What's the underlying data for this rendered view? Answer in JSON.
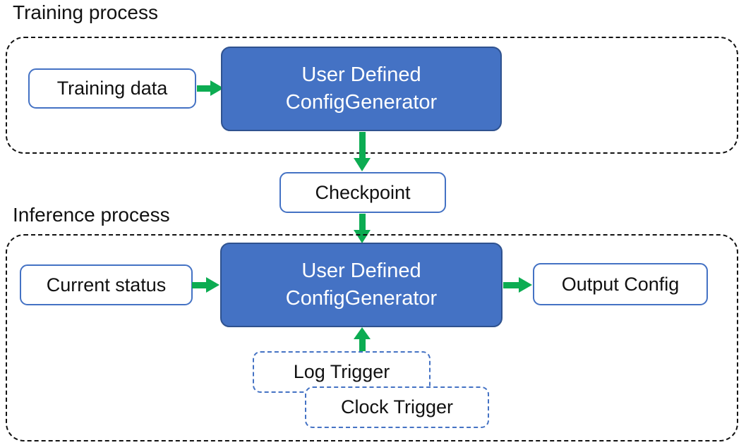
{
  "training": {
    "label": "Training process",
    "data_box": "Training data",
    "generator": {
      "line1": "User Defined",
      "line2": "ConfigGenerator"
    }
  },
  "checkpoint_label": "Checkpoint",
  "inference": {
    "label": "Inference process",
    "status_box": "Current status",
    "generator": {
      "line1": "User Defined",
      "line2": "ConfigGenerator"
    },
    "output_box": "Output Config",
    "log_trigger": "Log Trigger",
    "clock_trigger": "Clock Trigger"
  },
  "colors": {
    "box_fill": "#4472C4",
    "box_border": "#2F528F",
    "outline_border": "#4472C4",
    "arrow_green": "#0CAC52",
    "dashed_black": "#111111",
    "text_black": "#111111"
  }
}
